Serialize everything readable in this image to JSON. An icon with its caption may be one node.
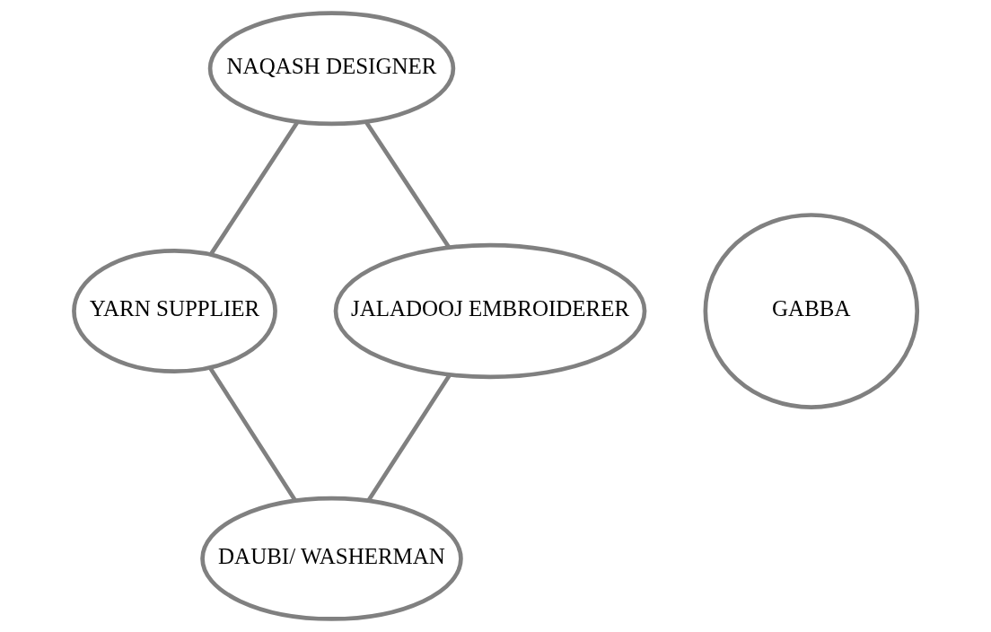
{
  "diagram": {
    "nodes": [
      {
        "text": [
          "NAQASH DESIGNER"
        ]
      },
      {
        "text": [
          "YARN SUPPLIER"
        ]
      },
      {
        "text": [
          "GABBA"
        ]
      },
      {
        "text": [
          "JALADOOJ EMBROIDERER"
        ]
      },
      {
        "text": [
          "DAUBI/ WASHERMAN"
        ]
      }
    ],
    "edges": [
      {
        "from": 0,
        "to": 3,
        "arrow": "none"
      },
      {
        "from": 3,
        "to": 4,
        "arrow": "none"
      },
      {
        "from": 1,
        "to": 4,
        "arrow": "none"
      },
      {
        "from": 0,
        "to": 1,
        "arrow": "none"
      }
    ]
  }
}
